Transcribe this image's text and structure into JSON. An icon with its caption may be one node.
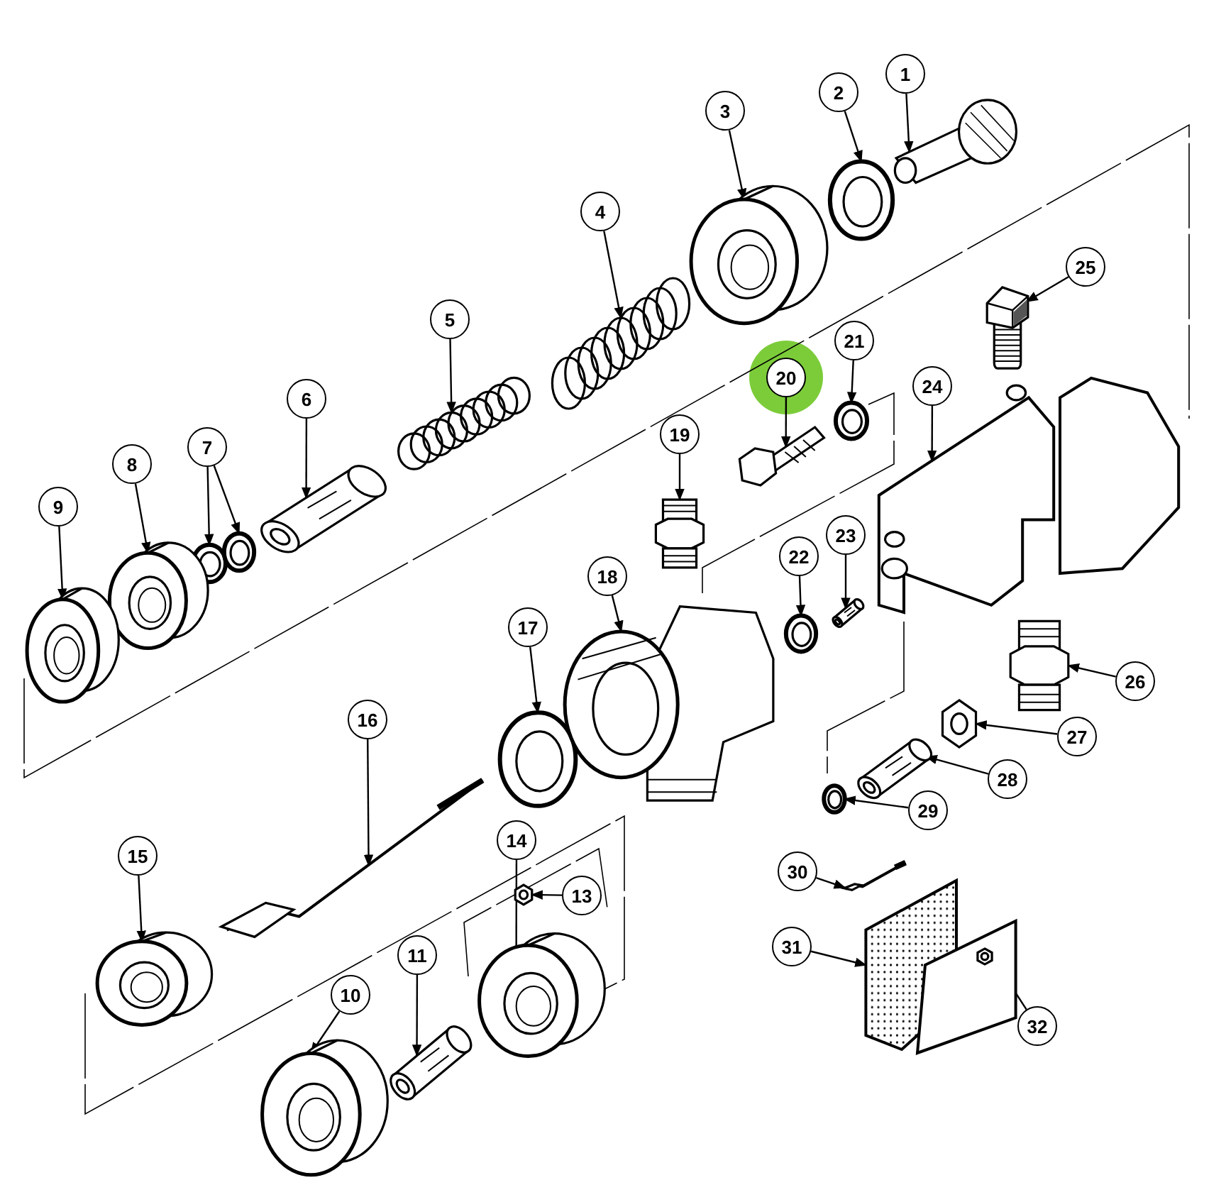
{
  "diagram": {
    "nodes": [
      {
        "text": [
          "1"
        ]
      },
      {
        "text": [
          "2"
        ]
      },
      {
        "text": [
          "3"
        ]
      },
      {
        "text": [
          "4"
        ]
      },
      {
        "text": [
          "5"
        ]
      },
      {
        "text": [
          "6"
        ]
      },
      {
        "text": [
          "7"
        ]
      },
      {
        "text": [
          "8"
        ]
      },
      {
        "text": [
          "9"
        ]
      },
      {
        "text": [
          "10"
        ]
      },
      {
        "text": [
          "11"
        ]
      },
      {
        "text": [
          "13"
        ]
      },
      {
        "text": [
          "14"
        ]
      },
      {
        "text": [
          "15"
        ]
      },
      {
        "text": [
          "16"
        ]
      },
      {
        "text": [
          "17"
        ]
      },
      {
        "text": [
          "18"
        ]
      },
      {
        "text": [
          "19"
        ]
      },
      {
        "text": [
          "20"
        ]
      },
      {
        "text": [
          "21"
        ]
      },
      {
        "text": [
          "22"
        ]
      },
      {
        "text": [
          "23"
        ]
      },
      {
        "text": [
          "24"
        ]
      },
      {
        "text": [
          "25"
        ]
      },
      {
        "text": [
          "26"
        ]
      },
      {
        "text": [
          "27"
        ]
      },
      {
        "text": [
          "28"
        ]
      },
      {
        "text": [
          "29"
        ]
      },
      {
        "text": [
          "30"
        ]
      },
      {
        "text": [
          "31"
        ]
      },
      {
        "text": [
          "32"
        ]
      },
      {
        "text": [],
        "shape": "picture"
      },
      {
        "text": [],
        "shape": "picture"
      },
      {
        "text": [],
        "shape": "picture"
      },
      {
        "text": [],
        "shape": "picture"
      },
      {
        "text": [],
        "shape": "picture"
      },
      {
        "text": [],
        "shape": "picture"
      },
      {
        "text": [],
        "shape": "picture"
      },
      {
        "text": [],
        "shape": "picture"
      },
      {
        "text": [],
        "shape": "picture"
      },
      {
        "text": [],
        "shape": "picture"
      },
      {
        "text": [],
        "shape": "picture"
      },
      {
        "text": [],
        "shape": "picture"
      },
      {
        "text": [],
        "shape": "picture"
      },
      {
        "text": [],
        "shape": "picture"
      },
      {
        "text": [],
        "shape": "picture"
      },
      {
        "text": [],
        "shape": "picture"
      },
      {
        "text": [],
        "shape": "picture"
      },
      {
        "text": [],
        "shape": "picture"
      },
      {
        "text": [],
        "shape": "picture"
      },
      {
        "text": [],
        "shape": "picture"
      },
      {
        "text": [],
        "shape": "picture"
      },
      {
        "text": [],
        "shape": "picture"
      },
      {
        "text": [],
        "shape": "picture"
      },
      {
        "text": [],
        "shape": "picture"
      },
      {
        "text": [],
        "shape": "picture"
      },
      {
        "text": [],
        "shape": "picture"
      },
      {
        "text": [],
        "shape": "picture"
      },
      {
        "text": [],
        "shape": "picture"
      },
      {
        "text": [],
        "shape": "picture"
      },
      {
        "text": [],
        "shape": "picture"
      },
      {
        "text": [],
        "shape": "picture"
      },
      {
        "text": [],
        "shape": "picture"
      }
    ],
    "edges": [
      {
        "from": 0,
        "to": 31,
        "arrow": "to"
      },
      {
        "from": 1,
        "to": 32,
        "arrow": "to"
      },
      {
        "from": 2,
        "to": 33,
        "arrow": "to"
      },
      {
        "from": 3,
        "to": 34,
        "arrow": "to"
      },
      {
        "from": 4,
        "to": 35,
        "arrow": "to"
      },
      {
        "from": 5,
        "to": 36,
        "arrow": "to"
      },
      {
        "from": 6,
        "to": 37,
        "arrow": "to"
      },
      {
        "from": 6,
        "to": 38,
        "arrow": "to"
      },
      {
        "from": 7,
        "to": 39,
        "arrow": "to"
      },
      {
        "from": 8,
        "to": 40,
        "arrow": "to"
      },
      {
        "from": 9,
        "to": 41,
        "arrow": "to"
      },
      {
        "from": 10,
        "to": 42,
        "arrow": "to"
      },
      {
        "from": 11,
        "to": 43,
        "arrow": "to"
      },
      {
        "from": 12,
        "to": 44,
        "arrow": "none"
      },
      {
        "from": 13,
        "to": 45,
        "arrow": "to"
      },
      {
        "from": 14,
        "to": 46,
        "arrow": "to"
      },
      {
        "from": 15,
        "to": 47,
        "arrow": "to"
      },
      {
        "from": 16,
        "to": 48,
        "arrow": "to"
      },
      {
        "from": 17,
        "to": 49,
        "arrow": "to"
      },
      {
        "from": 18,
        "to": 50,
        "arrow": "to"
      },
      {
        "from": 19,
        "to": 51,
        "arrow": "to"
      },
      {
        "from": 20,
        "to": 52,
        "arrow": "to"
      },
      {
        "from": 21,
        "to": 53,
        "arrow": "to"
      },
      {
        "from": 22,
        "to": 54,
        "arrow": "to"
      },
      {
        "from": 23,
        "to": 55,
        "arrow": "to"
      },
      {
        "from": 24,
        "to": 56,
        "arrow": "to"
      },
      {
        "from": 25,
        "to": 57,
        "arrow": "to"
      },
      {
        "from": 26,
        "to": 58,
        "arrow": "to"
      },
      {
        "from": 27,
        "to": 59,
        "arrow": "to"
      },
      {
        "from": 28,
        "to": 60,
        "arrow": "to"
      },
      {
        "from": 29,
        "to": 61,
        "arrow": "to"
      },
      {
        "from": 30,
        "to": 62,
        "arrow": "to"
      }
    ]
  }
}
